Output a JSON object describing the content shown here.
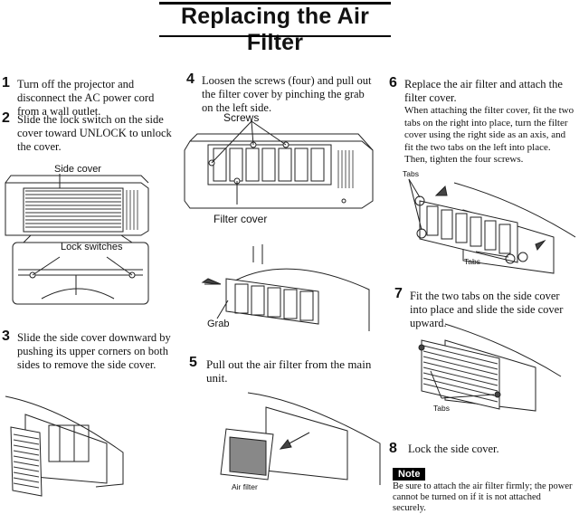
{
  "title": "Replacing the Air Filter",
  "steps": {
    "s1": {
      "num": "1",
      "text": "Turn off the projector and disconnect the AC power cord from a wall outlet."
    },
    "s2": {
      "num": "2",
      "text": "Slide the lock switch on the side cover toward UNLOCK to unlock the cover."
    },
    "s3": {
      "num": "3",
      "text": "Slide the side cover downward by pushing its upper corners on both sides to remove the side cover."
    },
    "s4": {
      "num": "4",
      "text": "Loosen the screws (four) and pull out the filter cover by pinching the grab on the left side."
    },
    "s5": {
      "num": "5",
      "text": "Pull out the air filter from the main unit."
    },
    "s6": {
      "num": "6",
      "text": "Replace the air filter and attach the filter cover.",
      "detail": "When attaching the filter cover, fit the two tabs on the right into place, turn the filter cover using the right side as an axis, and fit the two tabs on the left into place. Then, tighten the four screws."
    },
    "s7": {
      "num": "7",
      "text": "Fit the two tabs on the side cover into place and slide the side cover upward."
    },
    "s8": {
      "num": "8",
      "text": "Lock the side cover."
    }
  },
  "labels": {
    "side_cover": "Side cover",
    "lock_switches": "Lock switches",
    "screws": "Screws",
    "filter_cover": "Filter cover",
    "grab": "Grab",
    "air_filter": "Air filter",
    "tabs_top": "Tabs",
    "tabs_bottom": "Tabs",
    "tabs_s7": "Tabs"
  },
  "note": {
    "label": "Note",
    "text": "Be sure to attach the air filter firmly; the power cannot be turned on if it is not attached securely."
  }
}
